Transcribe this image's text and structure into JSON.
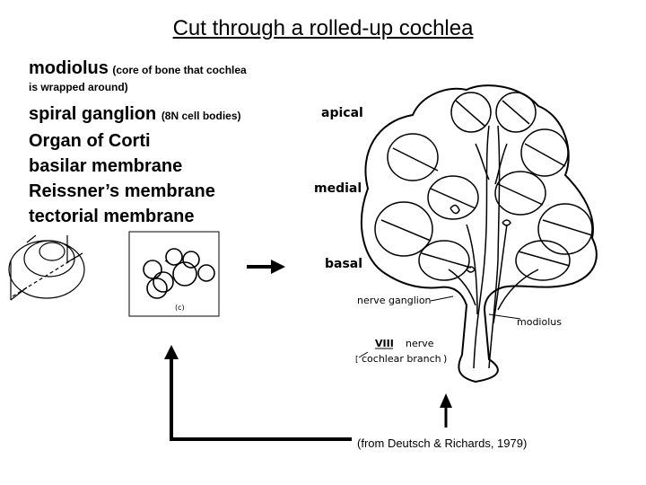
{
  "title": "Cut through a rolled-up cochlea",
  "terms": {
    "modiolus": "modiolus",
    "modiolus_note": "(core of bone that cochlea",
    "modiolus_note_cont": "is wrapped around)",
    "spiral_ganglion": "spiral ganglion",
    "spiral_ganglion_note": "(8N cell bodies)",
    "organ_of_corti": "Organ of Corti",
    "basilar_membrane": "basilar membrane",
    "reissners_membrane": "Reissner’s membrane",
    "tectorial_membrane": "tectorial membrane"
  },
  "figure_labels": {
    "apical": "apical",
    "medial": "medial",
    "basal": "basal",
    "nerve_ganglion": "nerve  ganglion",
    "modiolus": "modiolus",
    "viii": "VIII",
    "nerve": "nerve",
    "cochlear_branch": "cochlear  branch"
  },
  "inset_label": "(c)",
  "credit": "(from Deutsch & Richards, 1979)"
}
